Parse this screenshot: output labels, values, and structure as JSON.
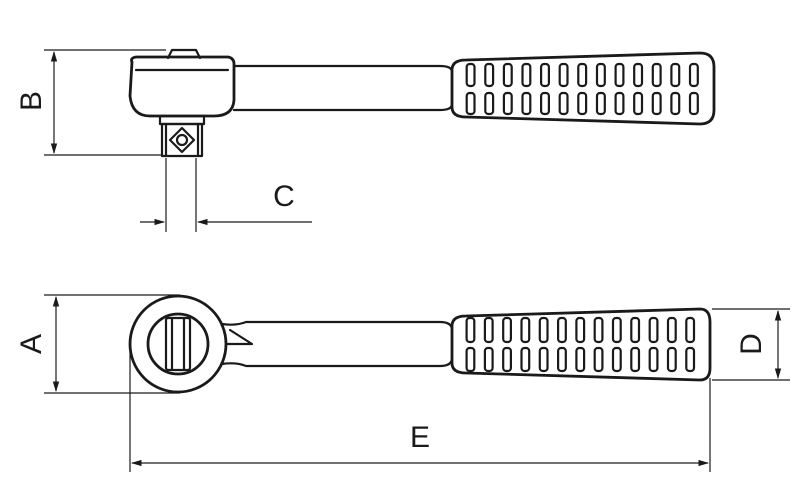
{
  "dimensions": {
    "A": "A",
    "B": "B",
    "C": "C",
    "D": "D",
    "E": "E"
  },
  "colors": {
    "line": "#1a1a1a",
    "background": "#ffffff"
  }
}
